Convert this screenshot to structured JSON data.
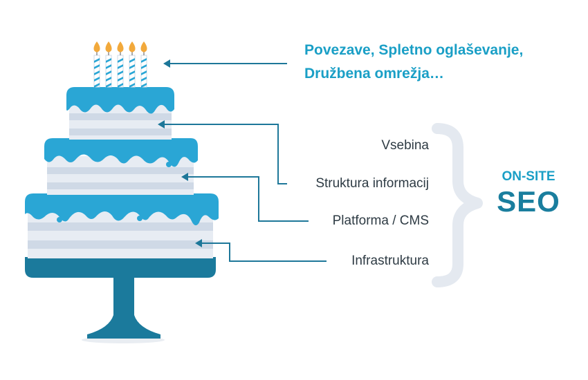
{
  "top_label": {
    "line1": "Povezave, Spletno oglaševanje,",
    "line2": "Družbena omrežja…"
  },
  "layers": [
    {
      "id": "vsebina",
      "label": "Vsebina"
    },
    {
      "id": "struktura",
      "label": "Struktura informacij"
    },
    {
      "id": "platforma",
      "label": "Platforma / CMS"
    },
    {
      "id": "infrastruktura",
      "label": "Infrastruktura"
    }
  ],
  "bracket_label": {
    "line1": "ON-SITE",
    "line2": "SEO"
  },
  "colors": {
    "icing": "#2aa6d5",
    "icing_dark": "#1f8fbb",
    "cake_light": "#e7ecf3",
    "cake_stripe": "#cfd9e6",
    "stand": "#1b7a9c",
    "arrow": "#1d7799",
    "bracket": "#e4e9f0",
    "flame": "#f2a93b",
    "candle_stripe": "#2aa6d5"
  }
}
